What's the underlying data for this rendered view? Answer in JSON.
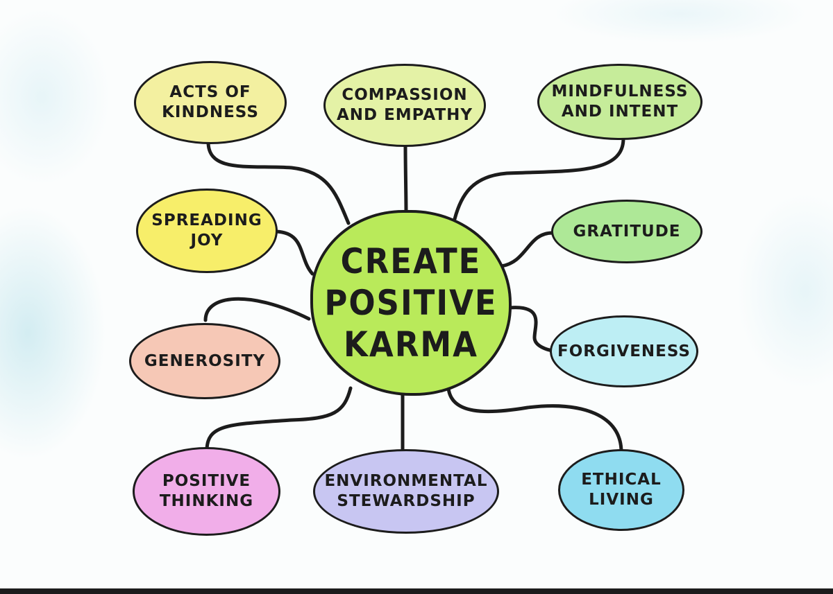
{
  "center": {
    "label": "CREATE\nPOSITIVE\nKARMA",
    "color": "#b9ea5a"
  },
  "nodes": [
    {
      "id": "acts-of-kindness",
      "label": "ACTS OF\nKINDNESS",
      "color": "#f3f0a0"
    },
    {
      "id": "compassion-and-empathy",
      "label": "COMPASSION\nAND EMPATHY",
      "color": "#e4f2a6"
    },
    {
      "id": "mindfulness-and-intent",
      "label": "MINDFULNESS\nAND INTENT",
      "color": "#c6ec9a"
    },
    {
      "id": "spreading-joy",
      "label": "SPREADING\nJOY",
      "color": "#f7ee6a"
    },
    {
      "id": "gratitude",
      "label": "GRATITUDE",
      "color": "#aee897"
    },
    {
      "id": "generosity",
      "label": "GENEROSITY",
      "color": "#f6c8b6"
    },
    {
      "id": "forgiveness",
      "label": "FORGIVENESS",
      "color": "#bdeef4"
    },
    {
      "id": "positive-thinking",
      "label": "POSITIVE\nTHINKING",
      "color": "#f1aee9"
    },
    {
      "id": "environmental-stewardship",
      "label": "ENVIRONMENTAL\nSTEWARDSHIP",
      "color": "#c8c6f2"
    },
    {
      "id": "ethical-living",
      "label": "ETHICAL\nLIVING",
      "color": "#8fdcf0"
    }
  ]
}
